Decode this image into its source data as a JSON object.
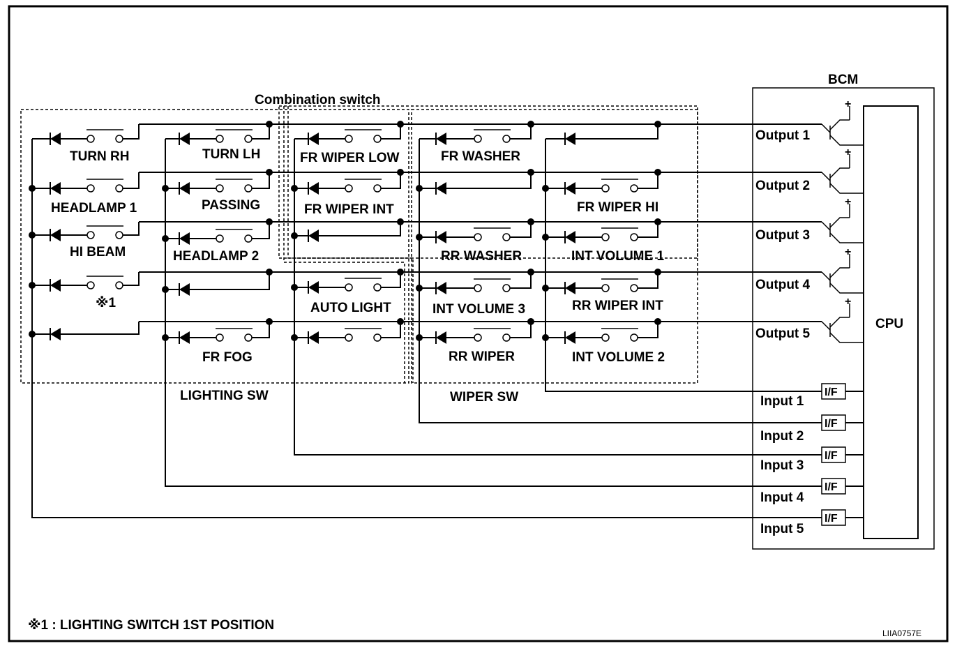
{
  "diagram": {
    "combination_switch_label": "Combination switch",
    "lighting_sw_label": "LIGHTING SW",
    "wiper_sw_label": "WIPER SW",
    "bcm_label": "BCM",
    "cpu_label": "CPU",
    "interface_label": "I/F",
    "plus_sign": "+",
    "footnote_marker": "※1",
    "footnote": "※1 : LIGHTING SWITCH 1ST POSITION",
    "figure_code": "LIIA0757E",
    "outputs": [
      "Output 1",
      "Output 2",
      "Output 3",
      "Output 4",
      "Output 5"
    ],
    "inputs": [
      "Input 1",
      "Input 2",
      "Input 3",
      "Input 4",
      "Input 5"
    ],
    "switches": {
      "turn_rh": "TURN RH",
      "headlamp1": "HEADLAMP 1",
      "hi_beam": "HI BEAM",
      "turn_lh": "TURN LH",
      "passing": "PASSING",
      "headlamp2": "HEADLAMP 2",
      "fr_fog": "FR FOG",
      "fr_wiper_low": "FR WIPER LOW",
      "fr_wiper_int": "FR WIPER INT",
      "auto_light": "AUTO LIGHT",
      "fr_washer": "FR WASHER",
      "rr_washer": "RR WASHER",
      "int_volume3": "INT VOLUME 3",
      "rr_wiper": "RR WIPER",
      "fr_wiper_hi": "FR WIPER HI",
      "int_volume1": "INT VOLUME 1",
      "rr_wiper_int": "RR WIPER INT",
      "int_volume2": "INT VOLUME 2"
    }
  }
}
